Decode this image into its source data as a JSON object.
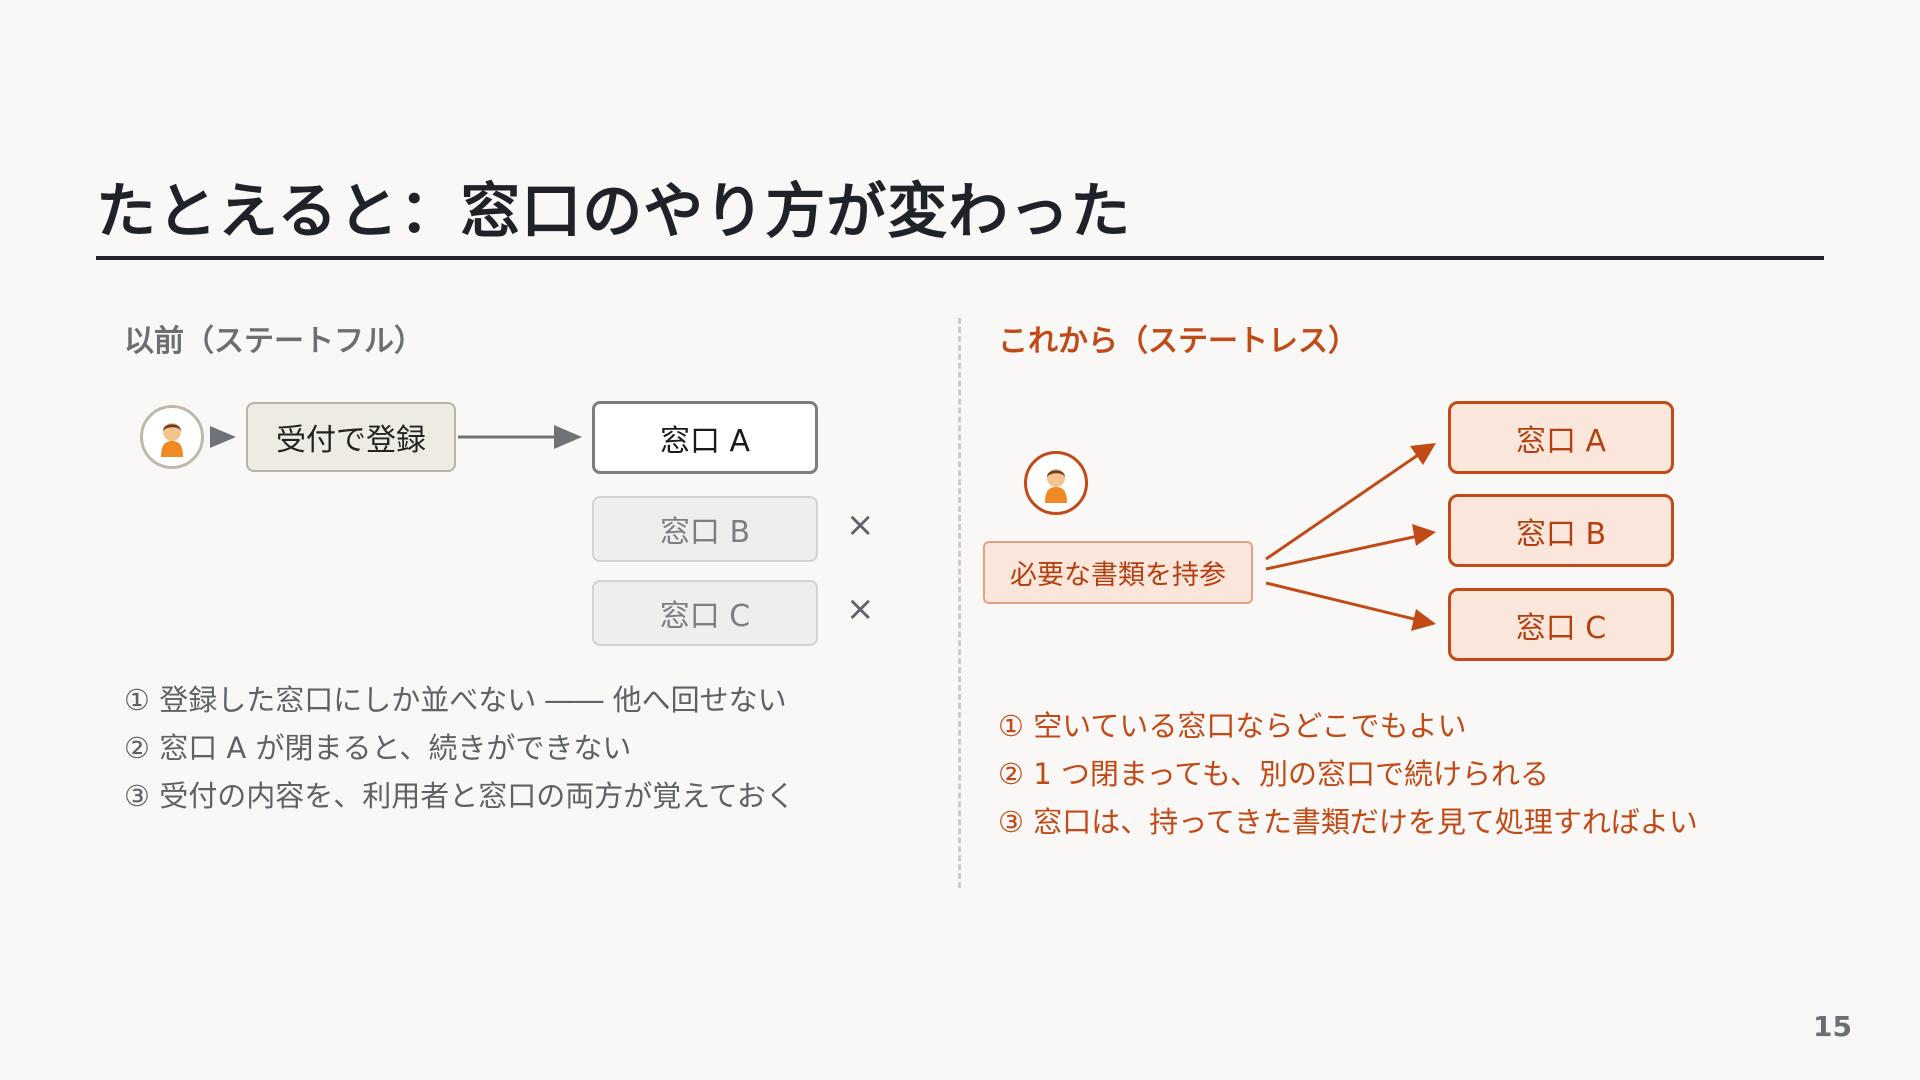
{
  "title": "たとえると：窓口のやり方が変わった",
  "before": {
    "heading": "以前（ステートフル）",
    "reception_label": "受付で登録",
    "windows": [
      "窓口 A",
      "窓口 B",
      "窓口 C"
    ],
    "blocked_mark": "×",
    "notes": [
      "① 登録した窓口にしか並べない ―― 他へ回せない",
      "② 窓口 A が閉まると、続きができない",
      "③ 受付の内容を、利用者と窓口の両方が覚えておく"
    ]
  },
  "after": {
    "heading": "これから（ステートレス）",
    "docs_label": "必要な書類を持参",
    "windows": [
      "窓口 A",
      "窓口 B",
      "窓口 C"
    ],
    "notes": [
      "① 空いている窓口ならどこでもよい",
      "② 1 つ閉まっても、別の窓口で続けられる",
      "③ 窓口は、持ってきた書類だけを見て処理すればよい"
    ]
  },
  "page_number": "15",
  "colors": {
    "accent": "#c14a16",
    "ink": "#1f2329",
    "muted": "#6b6e73",
    "background": "#faf8f6"
  },
  "icons": [
    "person-icon",
    "arrow-right-icon",
    "cross-icon"
  ]
}
